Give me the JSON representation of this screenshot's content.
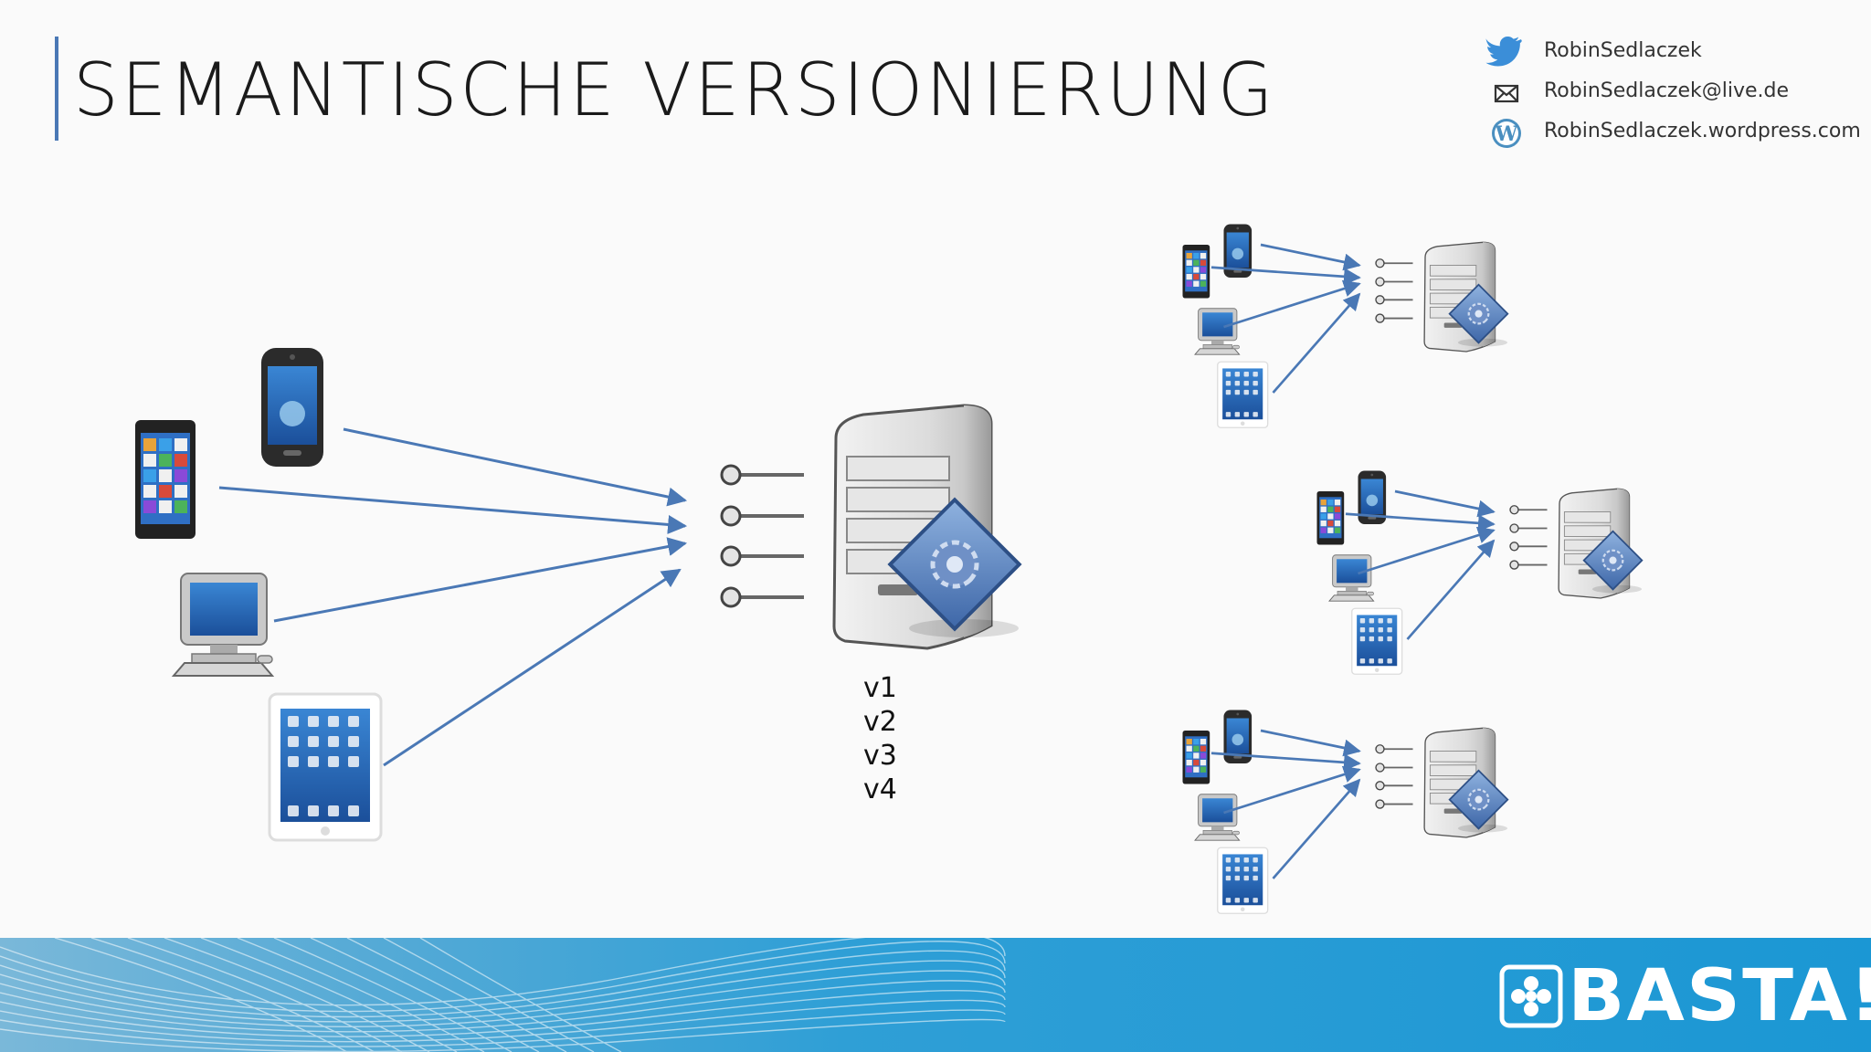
{
  "slide": {
    "title": "SEMANTISCHE VERSIONIERUNG"
  },
  "contact": {
    "twitter": {
      "icon": "twitter-bird-icon",
      "text": "RobinSedlaczek"
    },
    "email": {
      "icon": "envelope-icon",
      "text": "RobinSedlaczek@live.de"
    },
    "blog": {
      "icon": "wordpress-icon",
      "text": "RobinSedlaczek.wordpress.com"
    }
  },
  "diagram": {
    "versions": [
      "v1",
      "v2",
      "v3",
      "v4"
    ],
    "clients": [
      "windows-phone",
      "android-phone",
      "desktop-computer",
      "tablet"
    ],
    "endpoint_count": 4,
    "small_groups": 3
  },
  "footer": {
    "logo_text": "BASTA!"
  },
  "colors": {
    "accent": "#4a78b5",
    "arrow": "#4a78b5",
    "footer": "#1b97d4"
  }
}
